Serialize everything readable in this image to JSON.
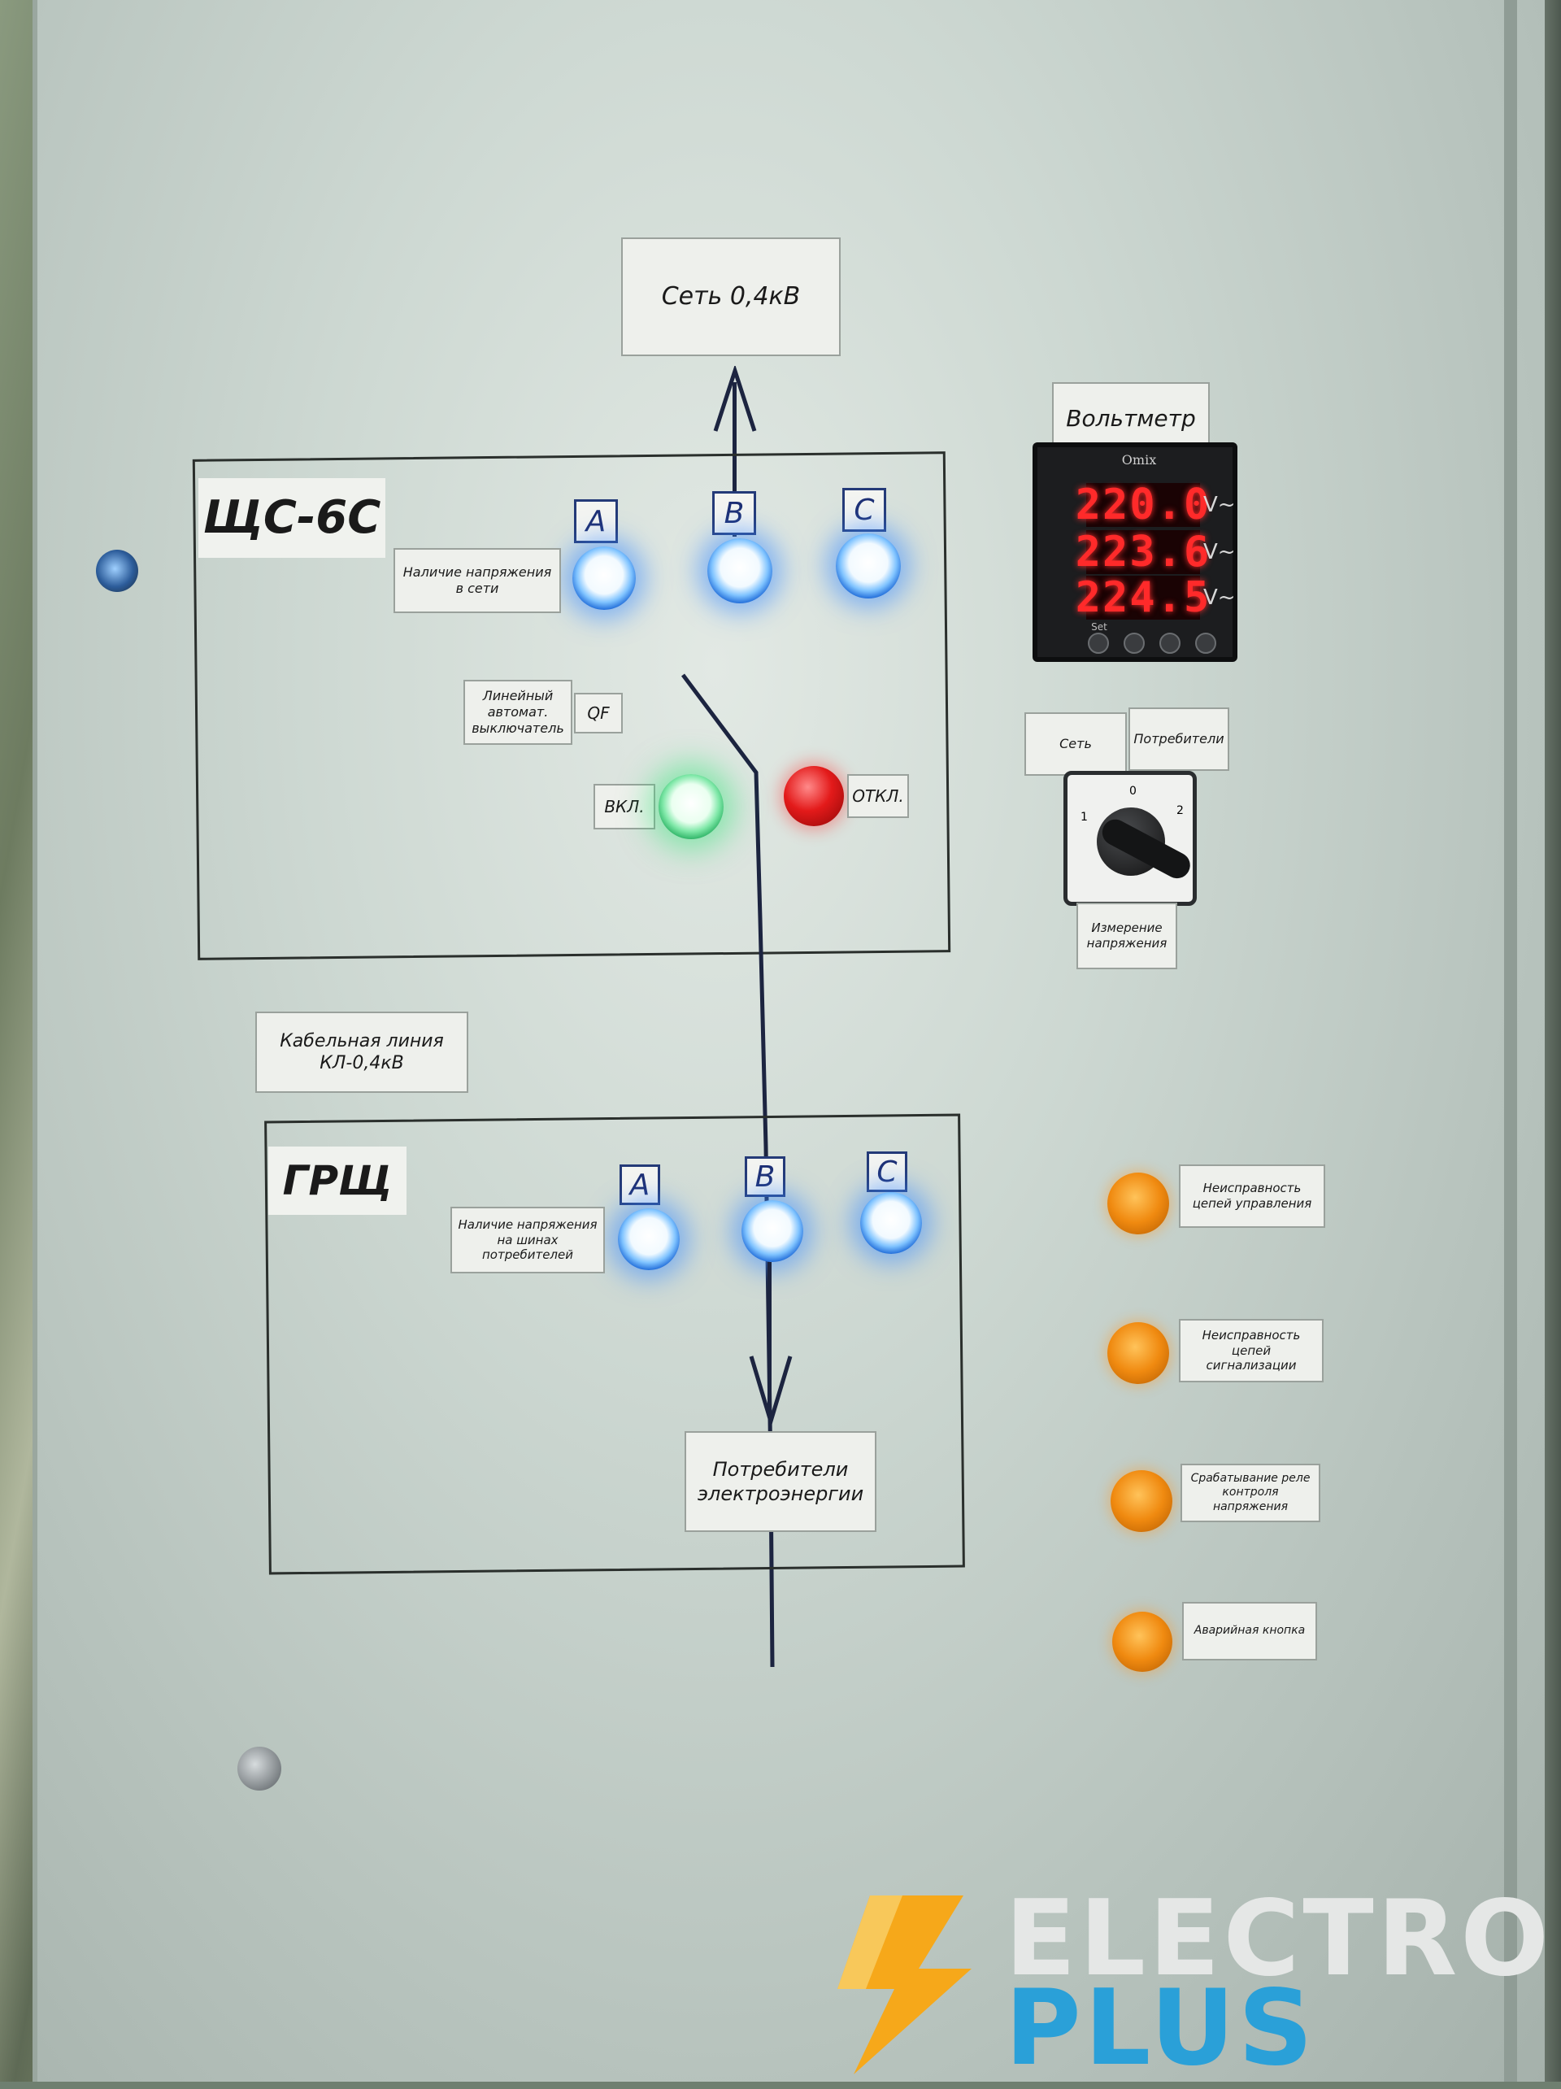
{
  "top_label": "Сеть 0,4кВ",
  "shs": {
    "title": "ЩС-6С",
    "phases": [
      "A",
      "B",
      "C"
    ],
    "voltage_label": "Наличие напряжения в сети",
    "breaker_label": "Линейный автомат. выключатель",
    "breaker_code": "QF",
    "on_label": "ВКЛ.",
    "off_label": "ОТКЛ."
  },
  "cable_label": "Кабельная линия КЛ-0,4кВ",
  "grsh": {
    "title": "ГРЩ",
    "phases": [
      "A",
      "B",
      "C"
    ],
    "voltage_label": "Наличие напряжения на шинах потребителей"
  },
  "consumers_label": "Потребители электроэнергии",
  "voltmeter": {
    "label": "Вольтметр",
    "brand": "Omix",
    "readings": [
      "220.0",
      "223.6",
      "224.5"
    ],
    "unit": "V~",
    "set_label": "Set"
  },
  "switch": {
    "left_label": "Сеть",
    "right_label": "Потребители",
    "positions": [
      "1",
      "0",
      "2"
    ],
    "caption": "Измерение напряжения"
  },
  "alarms": [
    {
      "label": "Неисправность цепей управления",
      "color": "#f08a10"
    },
    {
      "label": "Неисправность цепей сигнализации",
      "color": "#f08a10"
    },
    {
      "label": "Срабатывание реле контроля напряжения",
      "color": "#f08a10"
    },
    {
      "label": "Аварийная кнопка",
      "color": "#f08a10"
    }
  ],
  "logo": {
    "line1": "ELECTRO",
    "line2": "PLUS",
    "accent": "#f6a81a",
    "blue": "#2aa0d8"
  }
}
